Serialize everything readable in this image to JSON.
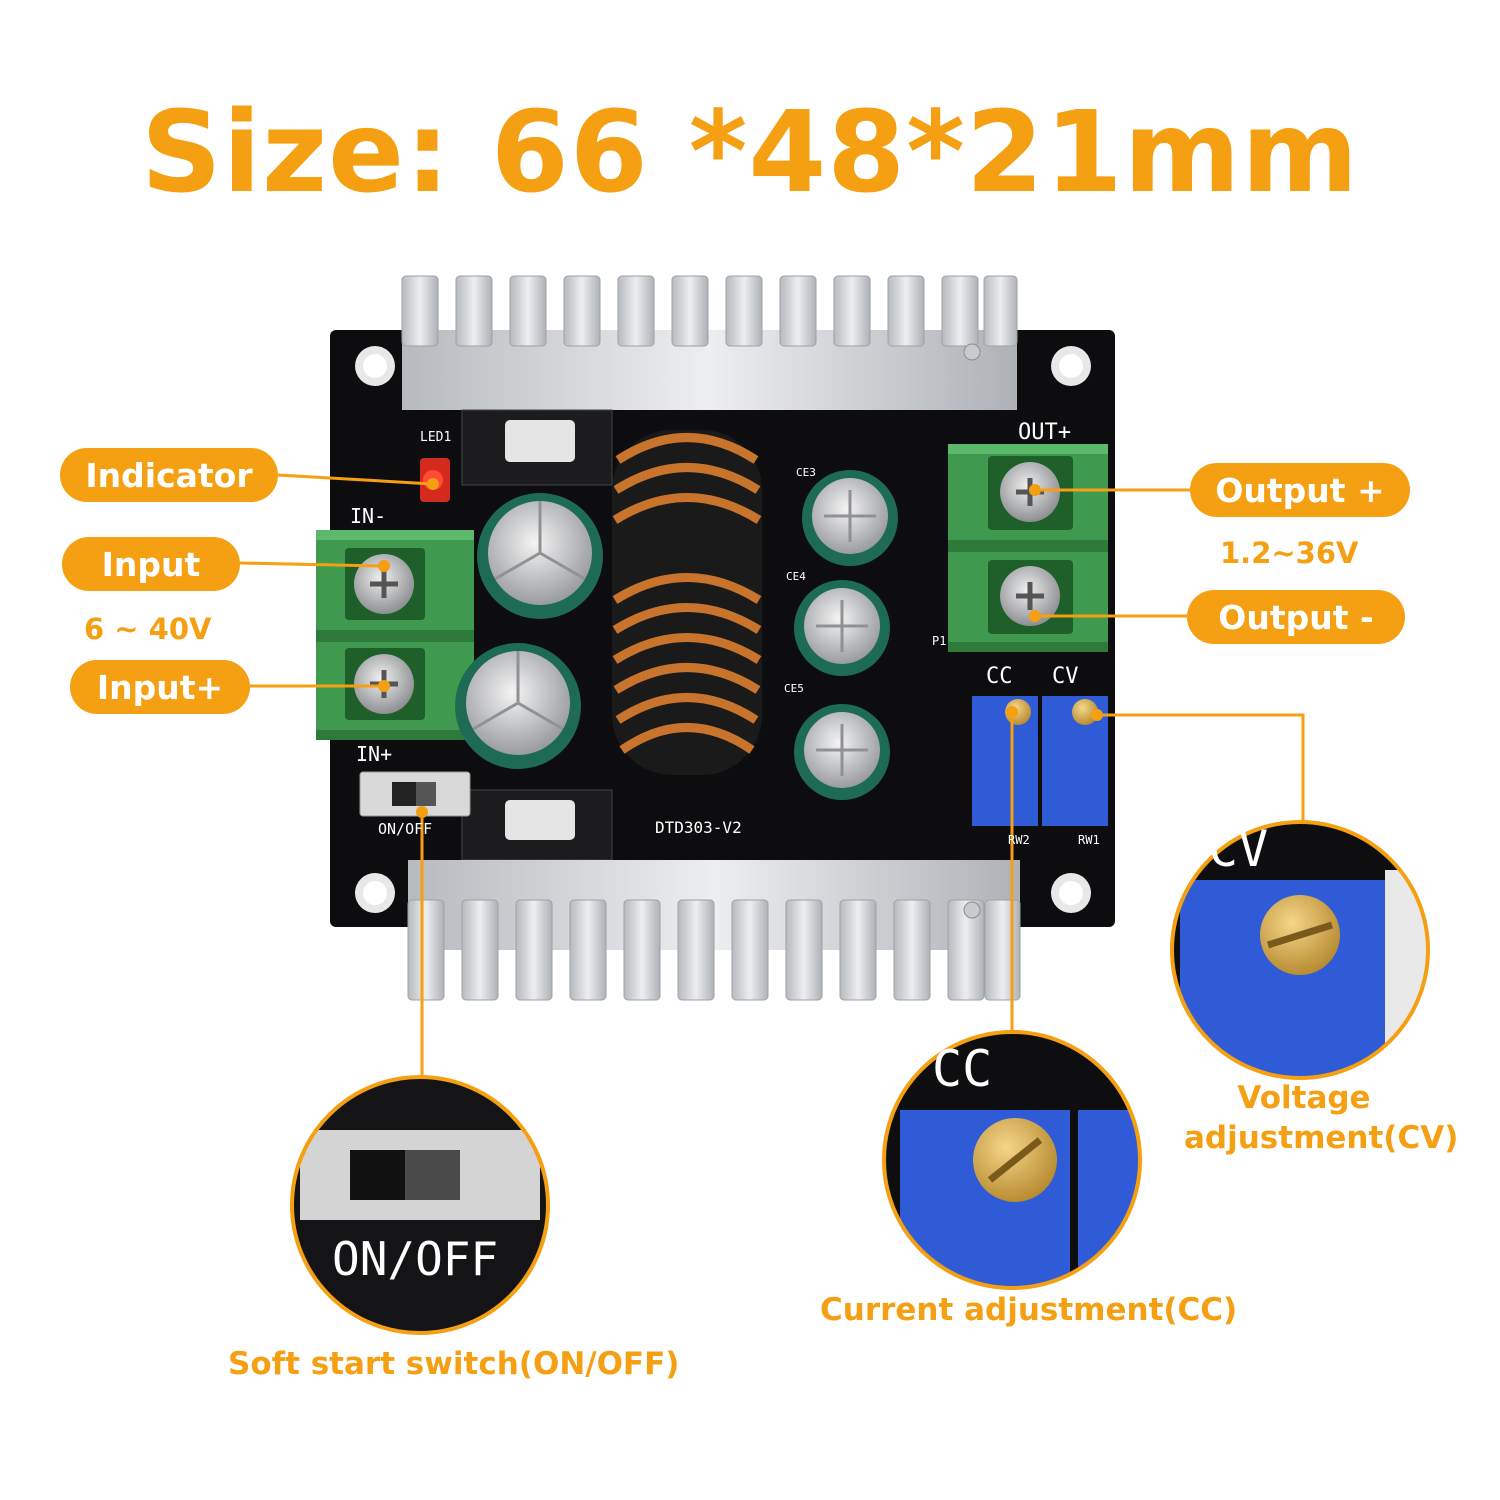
{
  "title": "Size: 66 *48*21mm",
  "labels": {
    "indicator": "Indicator",
    "input_minus": "Input",
    "input_plus": "Input+",
    "input_range": "6 ~ 40V",
    "output_plus": "Output +",
    "output_minus": "Output -",
    "output_range": "1.2~36V"
  },
  "captions": {
    "soft_start": "Soft start switch(ON/OFF)",
    "current_adj": "Current adjustment(CC)",
    "voltage_adj_line1": "Voltage",
    "voltage_adj_line2": "adjustment(CV)"
  },
  "board_silkscreen": {
    "led": "LED1",
    "in_minus": "IN-",
    "in_plus": "IN+",
    "out_plus": "OUT+",
    "on_off": "ON/OFF",
    "model": "DTD303-V2",
    "cc": "CC",
    "cv": "CV",
    "p1": "P1",
    "rw1": "RW1",
    "rw2": "RW2",
    "ce3": "CE3",
    "ce4": "CE4",
    "ce5": "CE5"
  },
  "zoom_text": {
    "on_off": "ON/OFF",
    "cc": "CC",
    "cv": "CV"
  },
  "colors": {
    "accent": "#f59f12",
    "pcb": "#0d0d0f",
    "terminal": "#3f9a4f",
    "pot": "#2f5bd6",
    "heatsink": "#d5d7da"
  }
}
